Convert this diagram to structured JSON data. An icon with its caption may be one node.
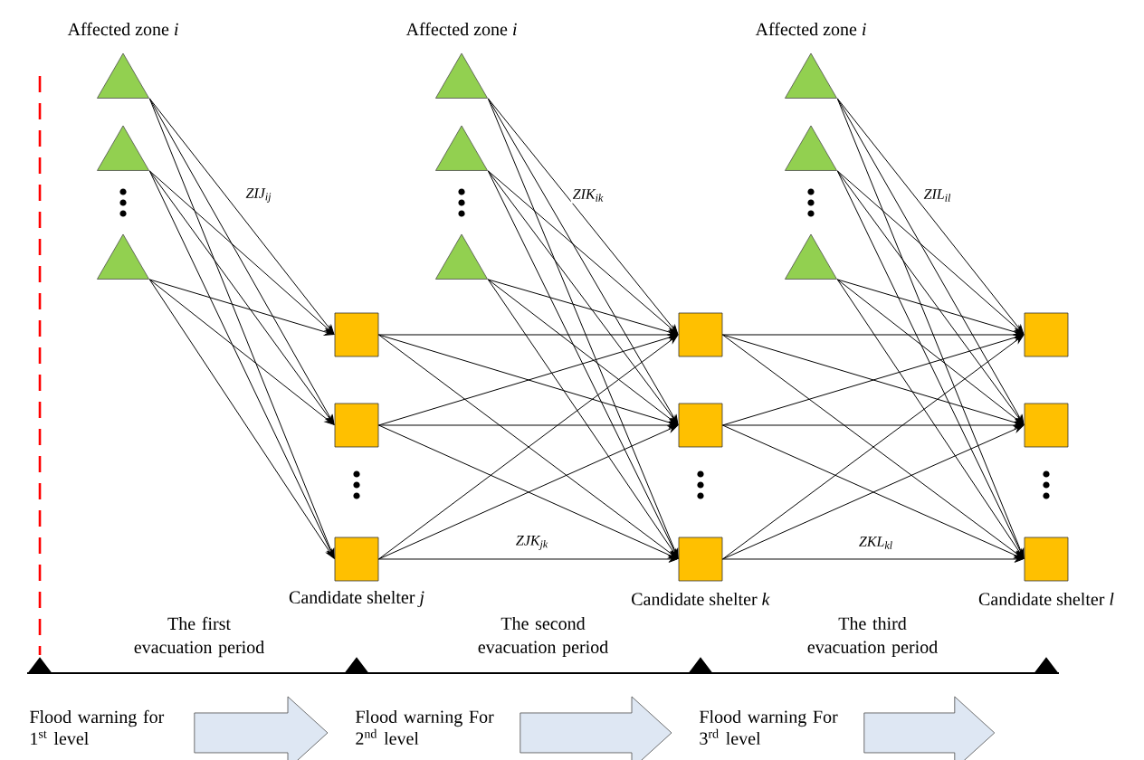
{
  "diagram": {
    "nodes": [
      {
        "text": [],
        "shape": "triangle"
      },
      {
        "text": [],
        "shape": "triangle"
      },
      {
        "text": [],
        "shape": "triangle"
      },
      {
        "text": [],
        "shape": "triangle"
      },
      {
        "text": [],
        "shape": "triangle"
      },
      {
        "text": [],
        "shape": "triangle"
      },
      {
        "text": [],
        "shape": "triangle"
      },
      {
        "text": [],
        "shape": "triangle"
      },
      {
        "text": [],
        "shape": "triangle"
      },
      {
        "text": [],
        "shape": "box"
      },
      {
        "text": [],
        "shape": "box"
      },
      {
        "text": [],
        "shape": "box"
      },
      {
        "text": [],
        "shape": "box"
      },
      {
        "text": [],
        "shape": "box"
      },
      {
        "text": [],
        "shape": "box"
      },
      {
        "text": [],
        "shape": "box"
      },
      {
        "text": [],
        "shape": "box"
      },
      {
        "text": [],
        "shape": "box"
      },
      {
        "text": [
          "Flood warning for 1$^{st}$ level"
        ]
      },
      {
        "text": [
          "Flood warning For 2$^{nd}$ level"
        ]
      },
      {
        "text": [
          "Flood warning For 3$^{rd}$ level"
        ]
      }
    ],
    "edges": [
      {
        "from": 0,
        "to": 9,
        "arrow": "to"
      },
      {
        "from": 0,
        "to": 10,
        "arrow": "to"
      },
      {
        "from": 0,
        "to": 11,
        "arrow": "to"
      },
      {
        "from": 1,
        "to": 9,
        "arrow": "to"
      },
      {
        "from": 1,
        "to": 10,
        "arrow": "to"
      },
      {
        "from": 1,
        "to": 11,
        "arrow": "to"
      },
      {
        "from": 2,
        "to": 9,
        "arrow": "to"
      },
      {
        "from": 2,
        "to": 10,
        "arrow": "to"
      },
      {
        "from": 2,
        "to": 11,
        "arrow": "to"
      },
      {
        "from": 3,
        "to": 12,
        "arrow": "to"
      },
      {
        "from": 3,
        "to": 13,
        "arrow": "to"
      },
      {
        "from": 3,
        "to": 14,
        "arrow": "to"
      },
      {
        "from": 4,
        "to": 12,
        "arrow": "to"
      },
      {
        "from": 4,
        "to": 13,
        "arrow": "to"
      },
      {
        "from": 4,
        "to": 14,
        "arrow": "to"
      },
      {
        "from": 5,
        "to": 12,
        "arrow": "to"
      },
      {
        "from": 5,
        "to": 13,
        "arrow": "to"
      },
      {
        "from": 5,
        "to": 14,
        "arrow": "to"
      },
      {
        "from": 6,
        "to": 15,
        "arrow": "to"
      },
      {
        "from": 6,
        "to": 16,
        "arrow": "to"
      },
      {
        "from": 6,
        "to": 17,
        "arrow": "to"
      },
      {
        "from": 7,
        "to": 15,
        "arrow": "to"
      },
      {
        "from": 7,
        "to": 16,
        "arrow": "to"
      },
      {
        "from": 7,
        "to": 17,
        "arrow": "to"
      },
      {
        "from": 8,
        "to": 15,
        "arrow": "to"
      },
      {
        "from": 8,
        "to": 16,
        "arrow": "to"
      },
      {
        "from": 8,
        "to": 17,
        "arrow": "to"
      },
      {
        "from": 9,
        "to": 12,
        "arrow": "to"
      },
      {
        "from": 9,
        "to": 13,
        "arrow": "to"
      },
      {
        "from": 9,
        "to": 14,
        "arrow": "to"
      },
      {
        "from": 10,
        "to": 12,
        "arrow": "to"
      },
      {
        "from": 10,
        "to": 13,
        "arrow": "to"
      },
      {
        "from": 10,
        "to": 14,
        "arrow": "to"
      },
      {
        "from": 11,
        "to": 12,
        "arrow": "to"
      },
      {
        "from": 11,
        "to": 13,
        "arrow": "to"
      },
      {
        "from": 11,
        "to": 14,
        "arrow": "to"
      },
      {
        "from": 12,
        "to": 15,
        "arrow": "to"
      },
      {
        "from": 12,
        "to": 16,
        "arrow": "to"
      },
      {
        "from": 12,
        "to": 17,
        "arrow": "to"
      },
      {
        "from": 13,
        "to": 15,
        "arrow": "to"
      },
      {
        "from": 13,
        "to": 16,
        "arrow": "to"
      },
      {
        "from": 13,
        "to": 17,
        "arrow": "to"
      },
      {
        "from": 14,
        "to": 15,
        "arrow": "to"
      },
      {
        "from": 14,
        "to": 16,
        "arrow": "to"
      },
      {
        "from": 14,
        "to": 17,
        "arrow": "to"
      },
      {
        "from": 18,
        "to": 19,
        "arrow": "to"
      },
      {
        "from": 19,
        "to": 20,
        "arrow": "to"
      },
      {
        "from": 20,
        "to": null,
        "arrow": "to"
      }
    ],
    "labels": [
      "Affected zone *i*",
      "Affected zone *i*",
      "Affected zone *i*",
      "ZIJ$_{ij}$",
      "ZIK$_{ik}$",
      "ZIL$_{il}$",
      "ZJK$_{jk}$",
      "ZKL$_{kl}$",
      "Candidate shelter *j*",
      "Candidate shelter *k*",
      "Candidate shelter *l*",
      "The first evacuation period",
      "The second evacuation period",
      "The third evacuation period"
    ]
  }
}
